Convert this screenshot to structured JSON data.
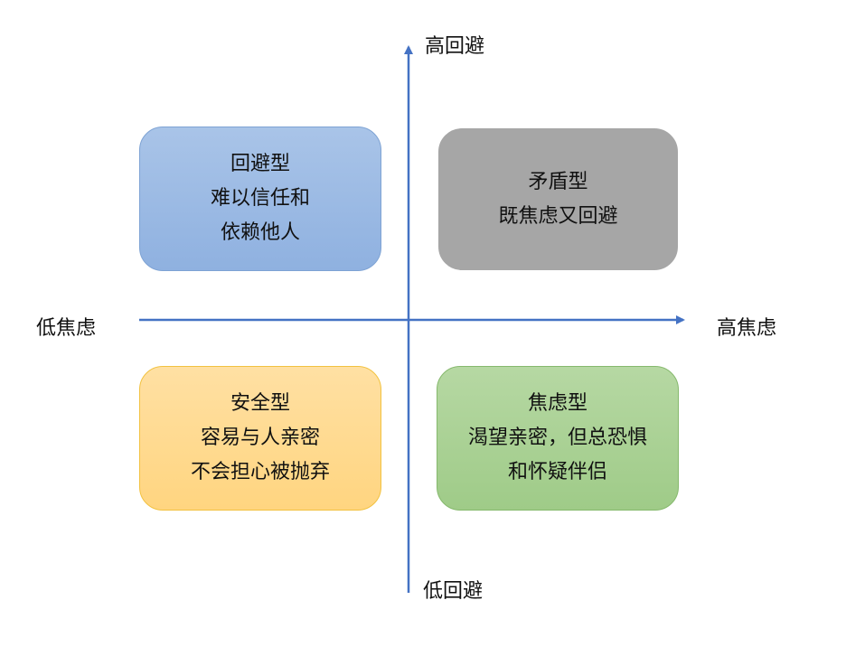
{
  "axes": {
    "top_label": "高回避",
    "bottom_label": "低回避",
    "left_label": "低焦虑",
    "right_label": "高焦虑",
    "color": "#4472c4"
  },
  "quadrants": {
    "top_left": {
      "lines": [
        "回避型",
        "难以信任和",
        "依赖他人"
      ],
      "color": "#9dbde6"
    },
    "top_right": {
      "lines": [
        "矛盾型",
        "既焦虑又回避"
      ],
      "color": "#a6a6a6"
    },
    "bottom_left": {
      "lines": [
        "安全型",
        "容易与人亲密",
        "不会担心被抛弃"
      ],
      "color": "#ffd88f"
    },
    "bottom_right": {
      "lines": [
        "焦虑型",
        "渴望亲密，但总恐惧",
        "和怀疑伴侣"
      ],
      "color": "#a9d094"
    }
  }
}
